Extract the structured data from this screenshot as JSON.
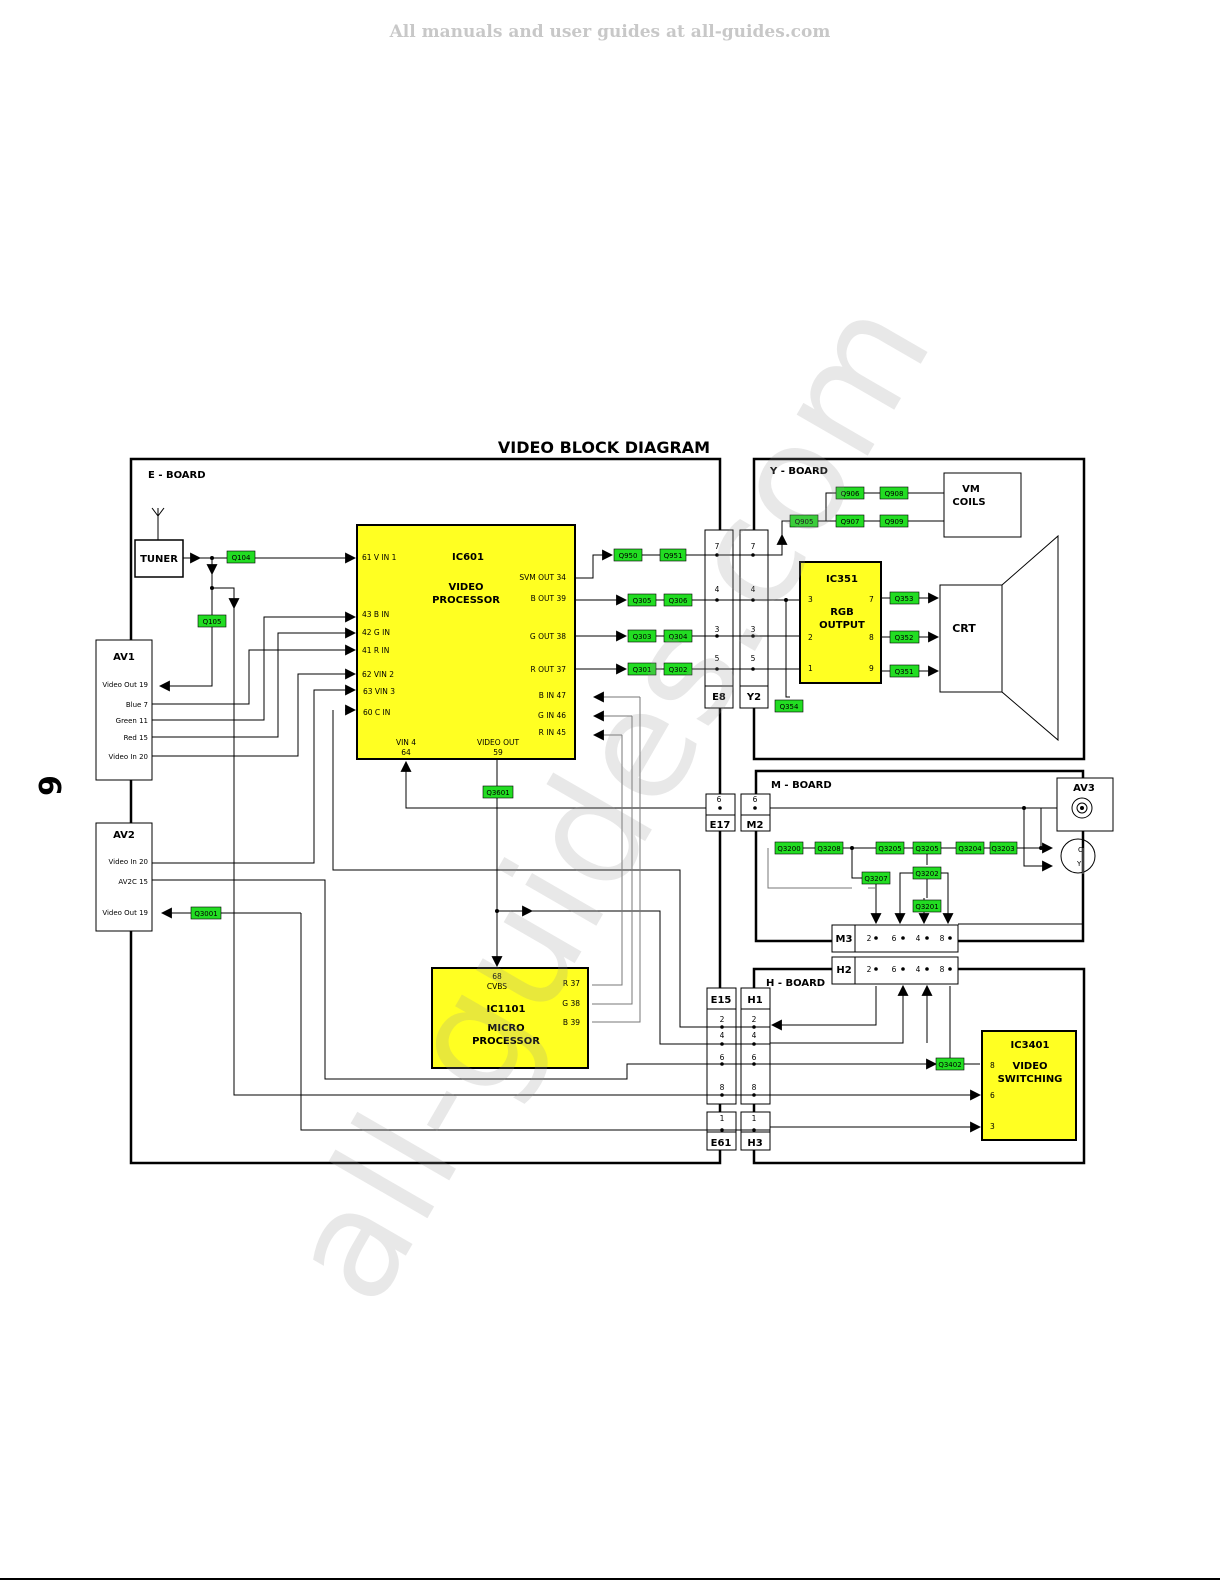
{
  "header": "All manuals and user guides at all-guides.com",
  "watermark": "all-guides.com",
  "page_number": "6",
  "colors": {
    "ic_fill": "#ffff22",
    "transistor_fill": "#22dd22",
    "line": "#000000",
    "faint_line": "#888888"
  },
  "diagram": {
    "title": "VIDEO BLOCK DIAGRAM",
    "boards": {
      "e": "E - BOARD",
      "y": "Y - BOARD",
      "m": "M - BOARD",
      "h": "H - BOARD"
    },
    "tuner": "TUNER",
    "av1": {
      "label": "AV1",
      "pins": [
        "Video Out 19",
        "Blue 7",
        "Green 11",
        "Red 15",
        "Video In 20"
      ]
    },
    "av2": {
      "label": "AV2",
      "pins": [
        "Video In 20",
        "AV2C 15",
        "Video Out 19"
      ]
    },
    "av3": "AV3",
    "svideo": {
      "c": "C",
      "y": "Y"
    },
    "ic601": {
      "name": "IC601",
      "line1": "VIDEO",
      "line2": "PROCESSOR",
      "left_pins": [
        "61 V IN 1",
        "43 B IN",
        "42 G IN",
        "41 R IN",
        "62 VIN 2",
        "63 VIN 3",
        "60 C IN"
      ],
      "right_pins": [
        "SVM OUT 34",
        "B OUT 39",
        "G OUT 38",
        "R OUT 37",
        "B IN 47",
        "G IN 46",
        "R IN 45"
      ],
      "vin4": [
        "VIN 4",
        "64"
      ],
      "vout": [
        "VIDEO OUT",
        "59"
      ]
    },
    "ic1101": {
      "top": [
        "68",
        "CVBS"
      ],
      "name": "IC1101",
      "line1": "MICRO",
      "line2": "PROCESSOR",
      "pins": [
        "R 37",
        "G 38",
        "B 39"
      ]
    },
    "ic351": {
      "name": "IC351",
      "line1": "RGB",
      "line2": "OUTPUT",
      "pins": [
        "3",
        "2",
        "1",
        "7",
        "8",
        "9"
      ]
    },
    "ic3401": {
      "name": "IC3401",
      "line1": "VIDEO",
      "line2": "SWITCHING",
      "pins": [
        "8",
        "6",
        "3"
      ]
    },
    "vm": [
      "VM",
      "COILS"
    ],
    "crt": "CRT",
    "connectors": {
      "e8": "E8",
      "y2": "Y2",
      "e17": "E17",
      "m2": "M2",
      "e15": "E15",
      "h1": "H1",
      "e61": "E61",
      "h3": "H3",
      "m3": "M3",
      "h2": "H2",
      "e8_pins": [
        "7",
        "4",
        "3",
        "5"
      ],
      "e17_pin": "6",
      "e15_pins": [
        "2",
        "4",
        "6",
        "8"
      ],
      "e61_pin": "1",
      "m3_pins": [
        "2",
        "6",
        "4",
        "8"
      ]
    },
    "transistors": {
      "q104": "Q104",
      "q105": "Q105",
      "q3001": "Q3001",
      "q3601": "Q3601",
      "q950": "Q950",
      "q951": "Q951",
      "q305": "Q305",
      "q306": "Q306",
      "q303": "Q303",
      "q304": "Q304",
      "q301": "Q301",
      "q302": "Q302",
      "q905": "Q905",
      "q906": "Q906",
      "q908": "Q908",
      "q907": "Q907",
      "q909": "Q909",
      "q353": "Q353",
      "q352": "Q352",
      "q351": "Q351",
      "q354": "Q354",
      "q3200": "Q3200",
      "q3208": "Q3208",
      "q3205a": "Q3205",
      "q3205b": "Q3205",
      "q3204": "Q3204",
      "q3203": "Q3203",
      "q3207": "Q3207",
      "q3202": "Q3202",
      "q3201": "Q3201",
      "q3402": "Q3402"
    }
  }
}
